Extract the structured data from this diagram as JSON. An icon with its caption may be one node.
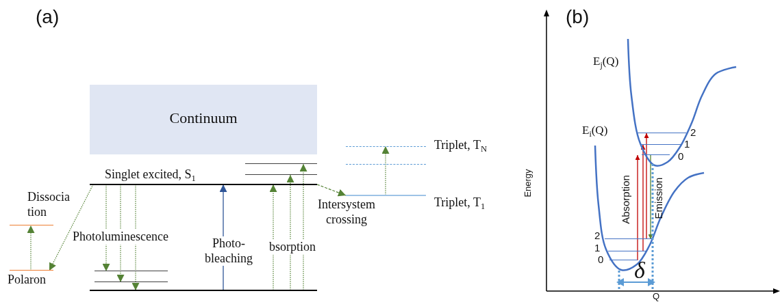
{
  "diagram": {
    "nodes": [
      {
        "text": [
          "Continuum"
        ]
      },
      {
        "text": [],
        "shape": "bar"
      },
      {
        "text": [],
        "shape": "bar"
      },
      {
        "text": [
          "Singlet excited, S$_{1}$"
        ]
      },
      {
        "text": [],
        "shape": "bar"
      },
      {
        "text": [],
        "shape": "bar"
      },
      {
        "text": [],
        "shape": "bar"
      },
      {
        "text": [],
        "shape": "bar"
      },
      {
        "text": [
          "Polaron"
        ]
      },
      {
        "text": [
          "Triplet, T$_{N}$"
        ]
      },
      {
        "text": [],
        "shape": "bar"
      },
      {
        "text": [
          "Triplet, T$_{1}$"
        ]
      },
      {
        "text": [],
        "shape": "bar",
        "beside": [
          "2"
        ]
      },
      {
        "text": [],
        "shape": "bar",
        "beside": [
          "1"
        ]
      },
      {
        "text": [],
        "shape": "bar",
        "beside": [
          "0"
        ]
      },
      {
        "text": [],
        "shape": "bar",
        "beside": [
          "2"
        ]
      },
      {
        "text": [],
        "shape": "bar",
        "beside": [
          "1"
        ]
      },
      {
        "text": [],
        "shape": "bar",
        "beside": [
          "0"
        ]
      }
    ],
    "edges": [
      {
        "from": 3,
        "to": 8,
        "arrow": "to",
        "style": "dashed"
      },
      {
        "from": 8,
        "to": 7,
        "arrow": "to",
        "style": "dashed"
      },
      {
        "from": 3,
        "to": 4,
        "arrow": "to",
        "style": "dashed"
      },
      {
        "from": 3,
        "to": 5,
        "arrow": "to",
        "style": "dashed"
      },
      {
        "from": 3,
        "to": 6,
        "arrow": "to",
        "style": "dashed"
      },
      {
        "from": 6,
        "to": 3,
        "arrow": "to",
        "label": "Photo- bleaching",
        "color": "#2f5597"
      },
      {
        "from": 6,
        "to": 3,
        "arrow": "to",
        "style": "dashed"
      },
      {
        "from": 6,
        "to": 2,
        "arrow": "to",
        "style": "dashed"
      },
      {
        "from": 6,
        "to": 1,
        "arrow": "to",
        "style": "dashed"
      },
      {
        "from": 3,
        "to": 11,
        "arrow": "to",
        "label": "Intersystem crossing",
        "style": "dashed"
      },
      {
        "from": 11,
        "to": 9,
        "arrow": "to",
        "style": "dashed"
      },
      {
        "from": 17,
        "to": 14,
        "arrow": "to",
        "color": "#c00000"
      },
      {
        "from": 16,
        "to": 13,
        "arrow": "to",
        "color": "#c00000"
      },
      {
        "from": 15,
        "to": 12,
        "arrow": "to",
        "color": "#c00000"
      },
      {
        "from": 14,
        "to": 15,
        "arrow": "to"
      }
    ],
    "labels": [
      "(a)",
      "Dissocia tion",
      "Photoluminescence",
      "bsorption",
      "(b)",
      "E$_{j}$(Q)",
      "E$_{i}$(Q)",
      "Absorption",
      "Emission",
      "δ",
      "Energy",
      "Q"
    ]
  }
}
